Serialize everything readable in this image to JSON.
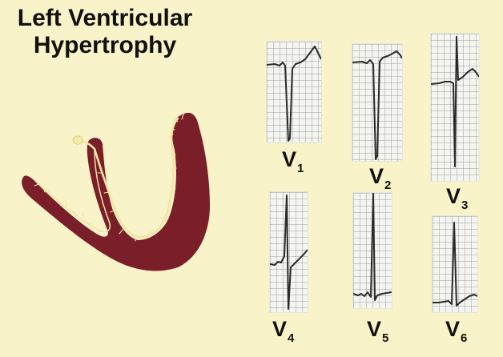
{
  "title": {
    "line1": "Left Ventricular",
    "line2": "Hypertrophy"
  },
  "colors": {
    "background": "#f8f3c8",
    "myocardium": "#7a1e2a",
    "conduction": "#f2e6a4",
    "trace": "#2a2a2a"
  },
  "leads": [
    {
      "letter": "V",
      "sub": "1"
    },
    {
      "letter": "V",
      "sub": "2"
    },
    {
      "letter": "V",
      "sub": "3"
    },
    {
      "letter": "V",
      "sub": "4"
    },
    {
      "letter": "V",
      "sub": "5"
    },
    {
      "letter": "V",
      "sub": "6"
    }
  ]
}
